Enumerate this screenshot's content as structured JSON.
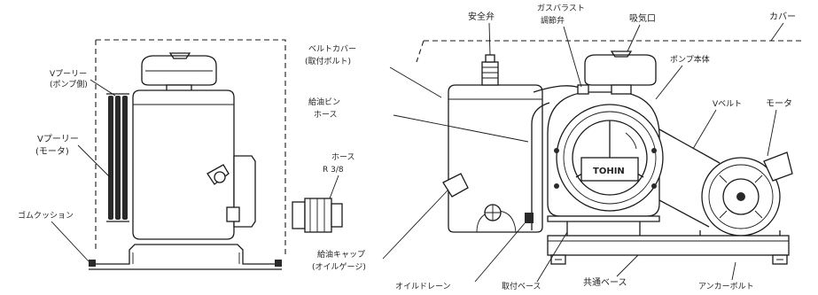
{
  "labels": {
    "v_pulley_pump_line1": "Vプーリー",
    "v_pulley_pump_line2": "(ポンプ側)",
    "v_pulley_motor_line1": "Vプーリー",
    "v_pulley_motor_line2": "(モータ)",
    "rubber_cushion": "ゴムクッション",
    "hose_fitting_line1": "ホース",
    "hose_fitting_line2": "R 3/8",
    "belt_cover_bolt_line1": "ベルトカバー",
    "belt_cover_bolt_line2": "(取付ボルト)",
    "oil_gauge_line1": "給油ビン",
    "oil_gauge_line2": "ホース",
    "safety_valve": "安全弁",
    "gas_ballast_line1": "ガスバラスト",
    "gas_ballast_line2": "調節弁",
    "intake_port": "吸気口",
    "cover": "カバー",
    "pump_body": "ポンプ本体",
    "v_belt": "Vベルト",
    "motor": "モータ",
    "oil_cap_line1": "給油キャップ",
    "oil_cap_line2": "(オイルゲージ)",
    "oil_drain": "オイルドレーン",
    "mount_base": "取付ベース",
    "common_base": "共通ベース",
    "anchor_bolt": "アンカーボルト",
    "brand": "TOHIN"
  }
}
